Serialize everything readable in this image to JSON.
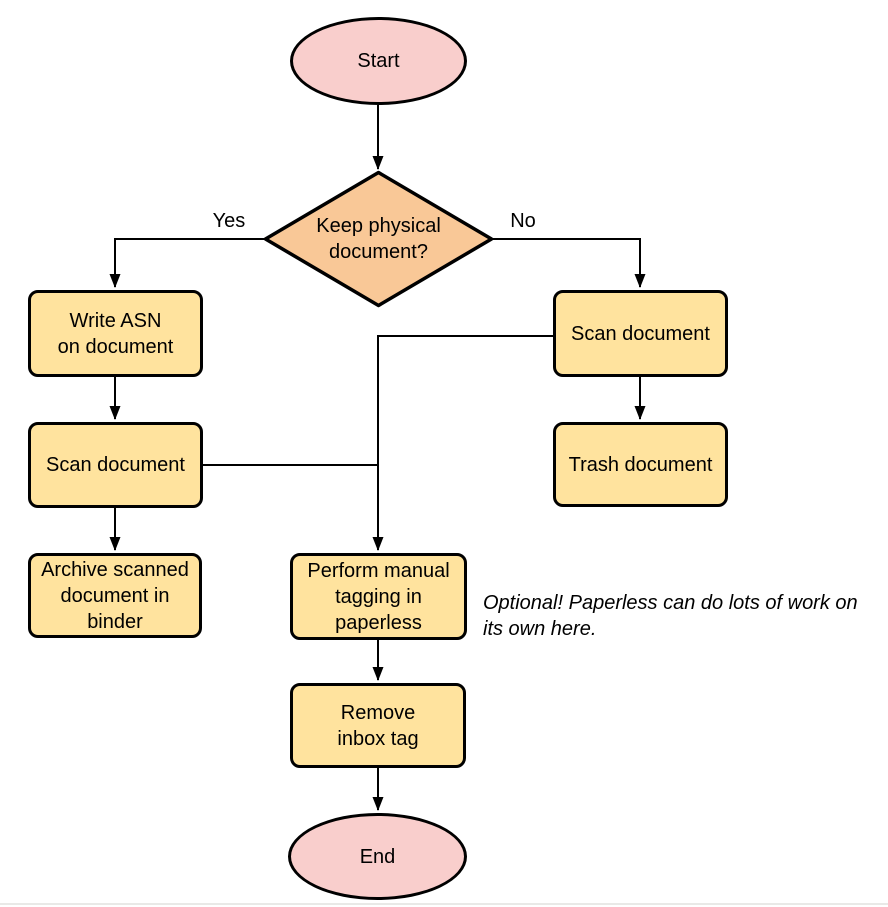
{
  "diagram": {
    "background": "#ffffff",
    "colors": {
      "terminal": "#f9cecc",
      "process": "#ffe39e",
      "decision": "#f9c897",
      "stroke": "#000000",
      "text": "#000000"
    },
    "nodes": {
      "start": {
        "label": "Start",
        "type": "terminal"
      },
      "decision": {
        "label": "Keep physical\ndocument?",
        "type": "decision"
      },
      "write_asn": {
        "label": "Write ASN\non document",
        "type": "process"
      },
      "scan_left": {
        "label": "Scan document",
        "type": "process"
      },
      "archive": {
        "label": "Archive scanned\ndocument in\nbinder",
        "type": "process"
      },
      "scan_right": {
        "label": "Scan document",
        "type": "process"
      },
      "trash": {
        "label": "Trash document",
        "type": "process"
      },
      "tagging": {
        "label": "Perform manual\ntagging in\npaperless",
        "type": "process"
      },
      "remove_inbox": {
        "label": "Remove\ninbox tag",
        "type": "process"
      },
      "end": {
        "label": "End",
        "type": "terminal"
      }
    },
    "edge_labels": {
      "yes": "Yes",
      "no": "No"
    },
    "note": {
      "text": "Optional! Paperless can do lots of work on\nits own here."
    }
  }
}
